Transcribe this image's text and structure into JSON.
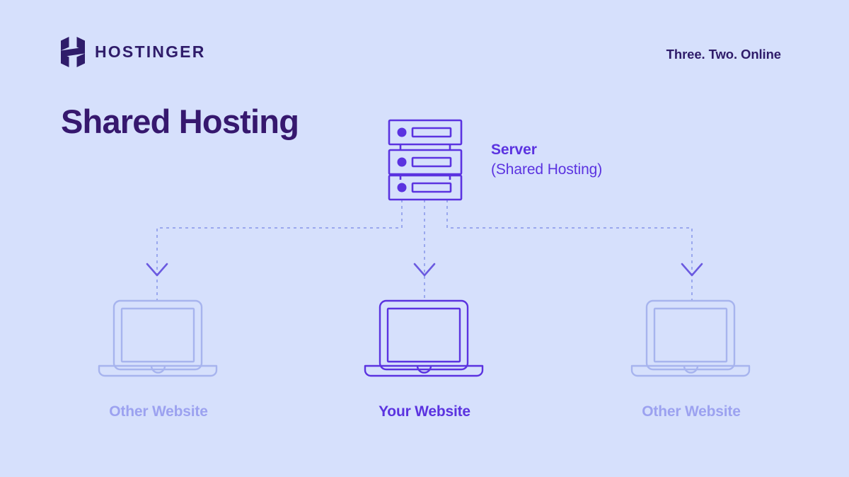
{
  "theme": {
    "background": "#d6e0fc",
    "brand_navy": "#2f1c6a",
    "accent_purple": "#5b33e0",
    "muted_purple": "#a7b4ee",
    "label_muted": "#9ca2f0"
  },
  "header": {
    "logo_icon": "hostinger-h-mark",
    "brand_name": "HOSTINGER",
    "tagline": "Three. Two. Online"
  },
  "title": "Shared Hosting",
  "diagram": {
    "type": "shared-hosting-topology",
    "server": {
      "icon": "server-rack-icon",
      "rack_count": 3,
      "caption_line1": "Server",
      "caption_line2": "(Shared Hosting)"
    },
    "connections": {
      "style": "dashed",
      "arrow": "chevron-down",
      "count": 3
    },
    "nodes": [
      {
        "icon": "laptop-icon",
        "label": "Other Website",
        "highlight": false
      },
      {
        "icon": "laptop-icon",
        "label": "Your Website",
        "highlight": true
      },
      {
        "icon": "laptop-icon",
        "label": "Other Website",
        "highlight": false
      }
    ]
  }
}
